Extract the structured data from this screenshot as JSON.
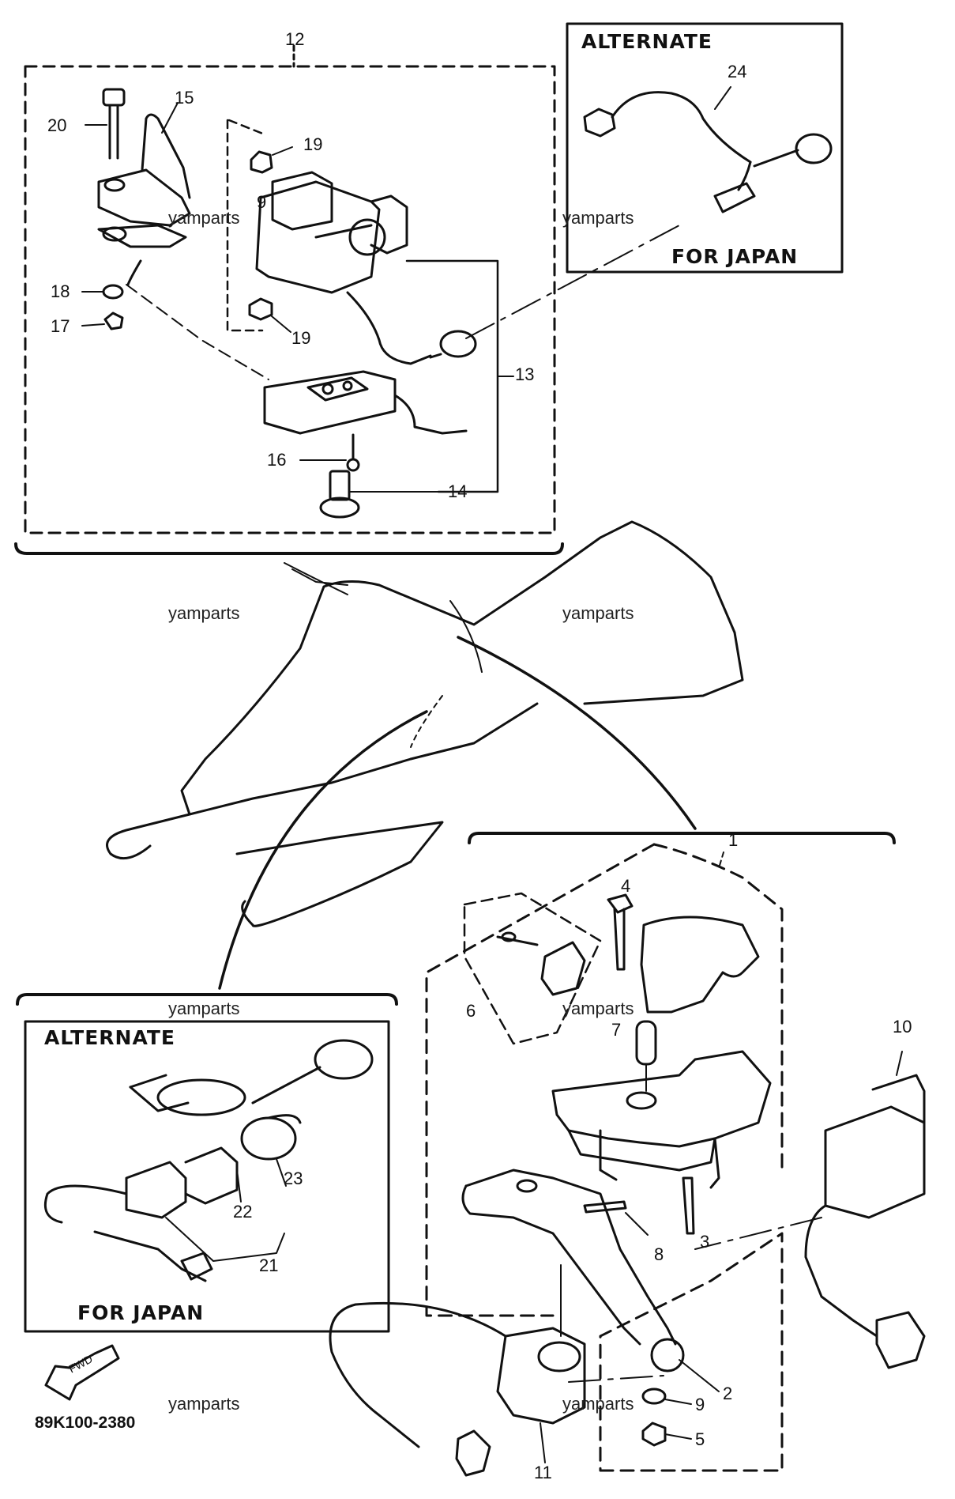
{
  "diagram": {
    "code": "89K100-2380",
    "fwd_mark": "FWD",
    "watermark": "yamparts",
    "callouts": {
      "c1": "1",
      "c2": "2",
      "c3": "3",
      "c4": "4",
      "c5": "5",
      "c6": "6",
      "c7": "7",
      "c8": "8",
      "c9a": "9",
      "c9b": "9",
      "c10": "10",
      "c11": "11",
      "c12": "12",
      "c13": "13",
      "c14": "14",
      "c15": "15",
      "c16": "16",
      "c17": "17",
      "c18": "18",
      "c19a": "19",
      "c19b": "19",
      "c20": "20",
      "c21": "21",
      "c22": "22",
      "c23": "23",
      "c24": "24"
    },
    "box_top_right": {
      "title": "ALTERNATE",
      "footer": "FOR JAPAN"
    },
    "box_bottom_left": {
      "title": "ALTERNATE",
      "footer": "FOR JAPAN"
    }
  }
}
